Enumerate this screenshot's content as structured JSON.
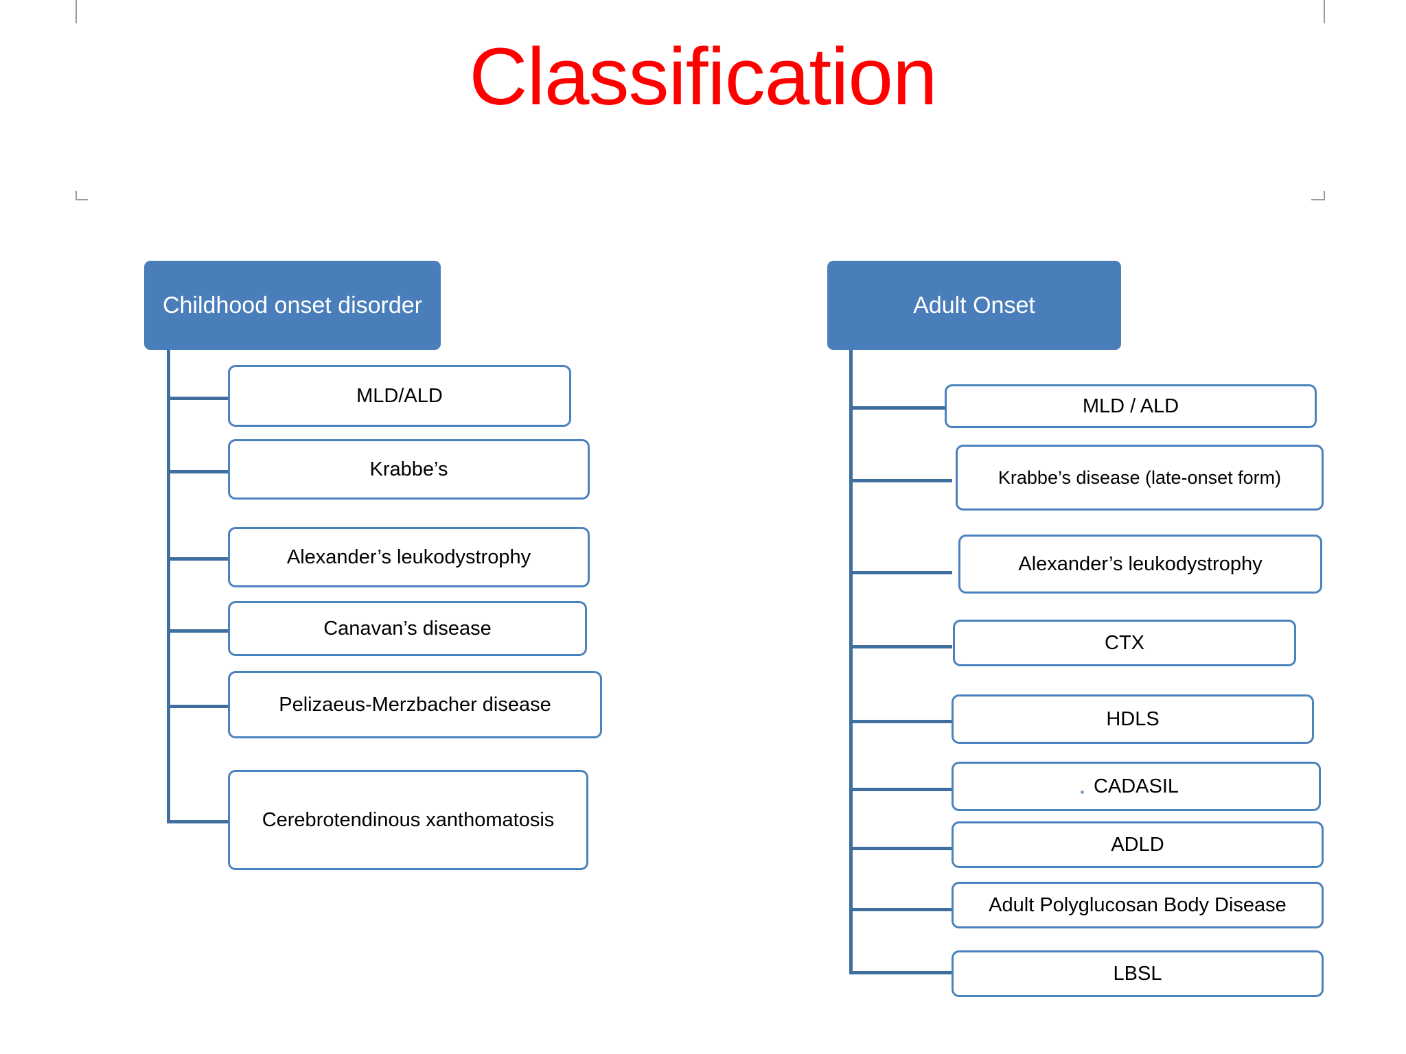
{
  "slide": {
    "title": "Classification",
    "title_color": "#ff0000",
    "background": "#ffffff",
    "header_color": "#4a7ebb",
    "box_border_color": "#4a82bd",
    "connector_color": "#3f6f9f"
  },
  "columns": [
    {
      "id": "childhood",
      "header": "Childhood onset disorder",
      "items": [
        {
          "label": "MLD/ALD"
        },
        {
          "label": "Krabbe’s"
        },
        {
          "label": "Alexander’s leukodystrophy"
        },
        {
          "label": "Canavan’s disease"
        },
        {
          "label": "Pelizaeus-Merzbacher disease"
        },
        {
          "label": "Cerebrotendinous xanthomatosis"
        }
      ]
    },
    {
      "id": "adult",
      "header": "Adult Onset",
      "items": [
        {
          "label": "MLD / ALD"
        },
        {
          "label": "Krabbe’s disease (late-onset form)"
        },
        {
          "label": "Alexander’s leukodystrophy"
        },
        {
          "label": "CTX"
        },
        {
          "label": "HDLS"
        },
        {
          "label": "CADASIL"
        },
        {
          "label": "ADLD"
        },
        {
          "label": "Adult Polyglucosan Body Disease"
        },
        {
          "label": "LBSL"
        }
      ]
    }
  ]
}
